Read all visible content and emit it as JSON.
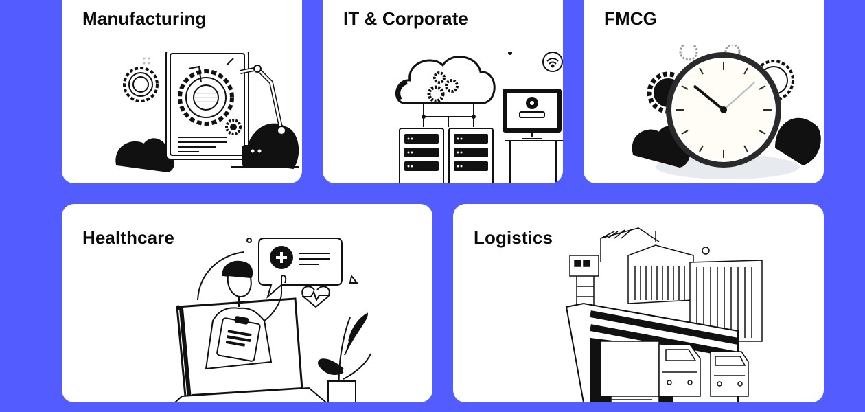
{
  "colors": {
    "background": "#525cff",
    "card": "#ffffff",
    "ink": "#0b0b0b"
  },
  "industries": [
    {
      "title": "Manufacturing",
      "illustration": "robotic-arm-gears-icon"
    },
    {
      "title": "IT & Corporate",
      "illustration": "cloud-servers-icon"
    },
    {
      "title": "FMCG",
      "illustration": "clock-gears-icon"
    },
    {
      "title": "Healthcare",
      "illustration": "doctor-laptop-icon"
    },
    {
      "title": "Logistics",
      "illustration": "warehouse-trucks-icon"
    }
  ]
}
